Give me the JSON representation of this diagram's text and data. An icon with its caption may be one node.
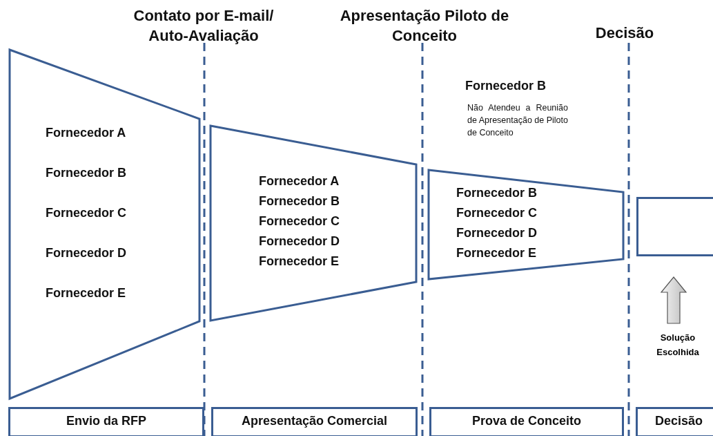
{
  "diagram": {
    "nodes": [
      {
        "text": [
          "Fornecedor A",
          "Fornecedor B",
          "Fornecedor C",
          "Fornecedor D",
          "Fornecedor E"
        ]
      },
      {
        "text": [
          "Fornecedor A",
          "Fornecedor B",
          "Fornecedor C",
          "Fornecedor D",
          "Fornecedor E"
        ]
      },
      {
        "text": [
          "Fornecedor B",
          "Fornecedor C",
          "Fornecedor D",
          "Fornecedor E"
        ]
      },
      {
        "text": [],
        "shape": "box"
      },
      {
        "text": [
          "Solução Escolhida"
        ]
      },
      {
        "text": [
          "Envio da RFP"
        ]
      },
      {
        "text": [
          "Apresentação Comercial"
        ]
      },
      {
        "text": [
          "Prova de Conceito"
        ]
      },
      {
        "text": [
          "Decisão"
        ]
      }
    ],
    "edges": [
      {
        "from": 4,
        "to": 3,
        "arrow": "to"
      }
    ],
    "labels": [
      "Contato por E-mail/ Auto-Avaliação",
      "Apresentação Piloto de Conceito",
      "Decisão",
      "Fornecedor B",
      "Não Atendeu a Reunião de Apresentação de Piloto de Conceito"
    ]
  }
}
